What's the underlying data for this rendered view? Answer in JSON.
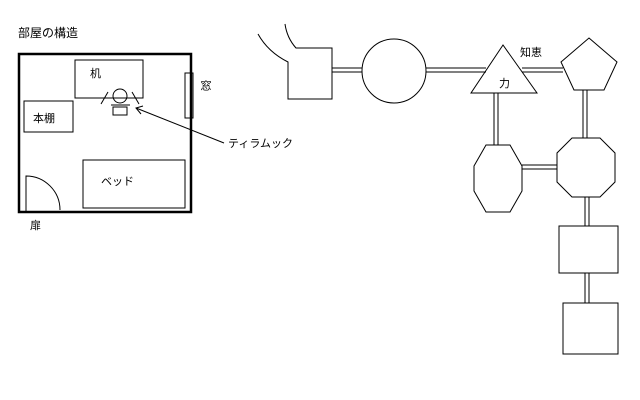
{
  "room": {
    "title": "部屋の構造",
    "desk": "机",
    "bookshelf": "本棚",
    "bed": "ベッド",
    "window": "窓",
    "door": "扉",
    "pointer_label": "ティラムック"
  },
  "map": {
    "triangle_label": "力",
    "triangle_caption": "知恵"
  }
}
